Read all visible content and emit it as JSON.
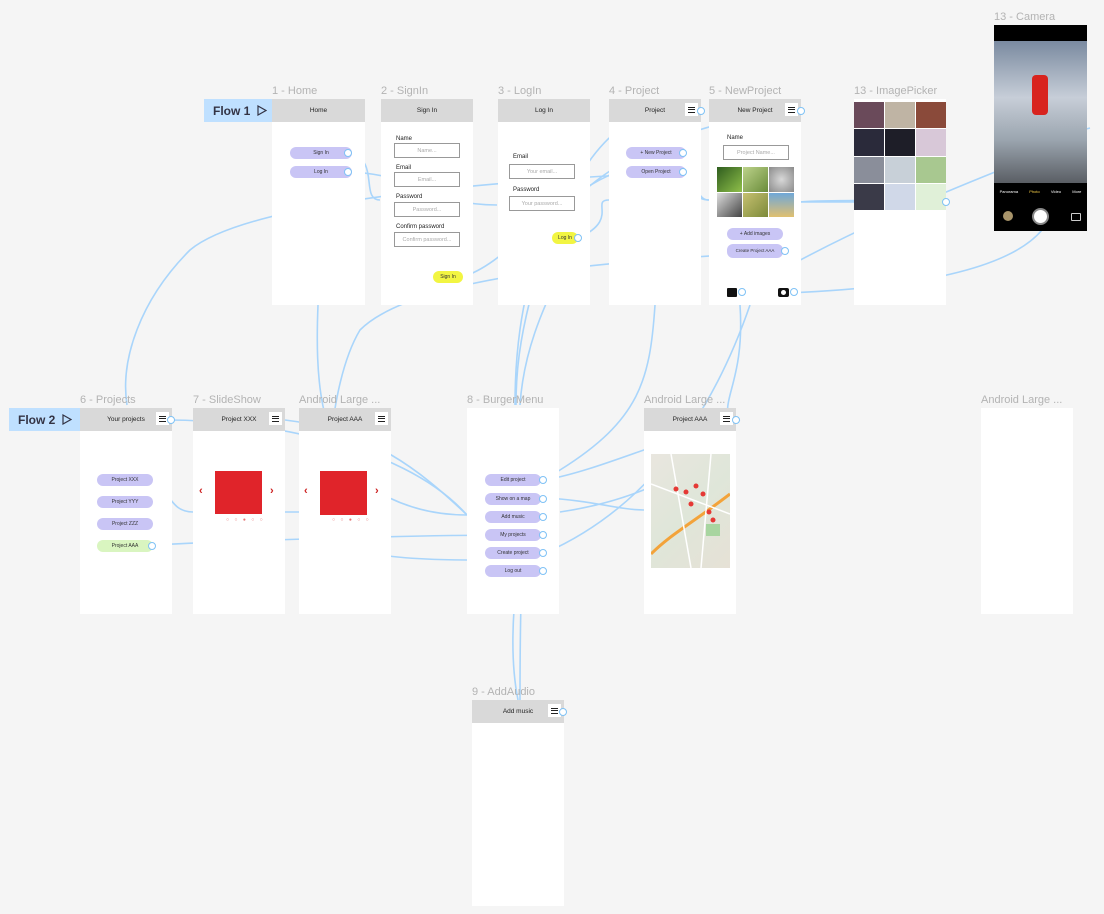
{
  "flows": [
    {
      "label": "Flow 1"
    },
    {
      "label": "Flow 2"
    }
  ],
  "frames": {
    "home": {
      "title": "1 - Home",
      "header": "Home",
      "signin": "Sign In",
      "login": "Log In"
    },
    "signin": {
      "title": "2 - SignIn",
      "header": "Sign In",
      "name_label": "Name",
      "name_ph": "Name...",
      "email_label": "Email",
      "email_ph": "Email...",
      "password_label": "Password",
      "password_ph": "Password...",
      "confirm_label": "Confirm password",
      "confirm_ph": "Confirm password...",
      "button": "Sign In"
    },
    "login": {
      "title": "3 - LogIn",
      "header": "Log In",
      "email_label": "Email",
      "email_ph": "Your email...",
      "password_label": "Password",
      "password_ph": "Your password...",
      "button": "Log In"
    },
    "project": {
      "title": "4 - Project",
      "header": "Project",
      "new_project": "+ New Project",
      "open_project": "Open Project"
    },
    "newproject": {
      "title": "5 - NewProject",
      "header": "New Project",
      "name_label": "Name",
      "name_ph": "Project Name...",
      "add_images": "+ Add images",
      "create": "Create Project AAA"
    },
    "imagepicker": {
      "title": "13 - ImagePicker"
    },
    "camera": {
      "title": "13 - Camera",
      "modes": [
        "Panorama",
        "Photo",
        "Video",
        "More"
      ]
    },
    "projects": {
      "title": "6 - Projects",
      "header": "Your projects",
      "items": [
        "Project XXX",
        "Project YYY",
        "Project ZZZ",
        "Project AAA"
      ]
    },
    "slideshow": {
      "title": "7 - SlideShow",
      "header": "Project XXX",
      "dots": "○ ○ ● ○ ○"
    },
    "android1": {
      "title": "Android Large ...",
      "header": "Project AAA",
      "dots": "○ ○ ● ○ ○"
    },
    "burger": {
      "title": "8 - BurgerMenu",
      "items": [
        "Edit project",
        "Show on a map",
        "Add music",
        "My projects",
        "Create project",
        "Log out"
      ]
    },
    "android2": {
      "title": "Android Large ...",
      "header": "Project AAA"
    },
    "android3": {
      "title": "Android Large ..."
    },
    "addaudio": {
      "title": "9 - AddAudio",
      "header": "Add music"
    }
  },
  "colors": {
    "canvas": "#f5f5f5",
    "header": "#d9d9d9",
    "pill": "#c9c5f5",
    "pill_green": "#d9f5c0",
    "pill_yellow": "#f2f542",
    "wire": "#a9d5fb",
    "flow_tag": "#bfe0ff",
    "red": "#e0242a"
  }
}
